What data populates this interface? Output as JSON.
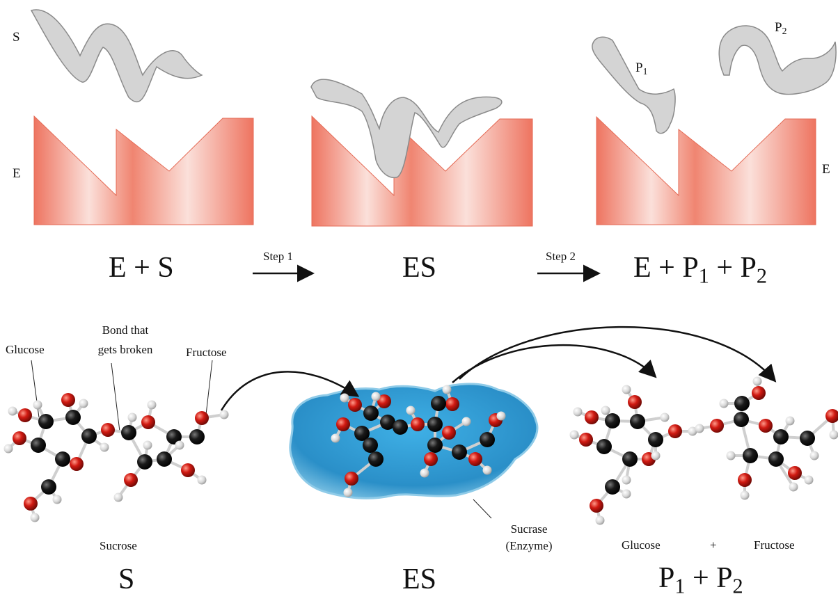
{
  "top": {
    "substrate_label": "S",
    "enzyme_label_left": "E",
    "enzyme_label_right": "E",
    "product1": {
      "letter": "P",
      "sub": "1"
    },
    "product2": {
      "letter": "P",
      "sub": "2"
    },
    "equation_left": "E + S",
    "equation_middle": "ES",
    "equation_right": {
      "prefix": "E + ",
      "p": "P",
      "sub1": "1",
      "plus": " + ",
      "sub2": "2"
    },
    "step1": "Step 1",
    "step2": "Step 2"
  },
  "bottom": {
    "glucose_top": "Glucose",
    "bond_line1": "Bond that",
    "bond_line2": "gets broken",
    "fructose_top": "Fructose",
    "sucrose": "Sucrose",
    "sucrase_line1": "Sucrase",
    "sucrase_line2": "(Enzyme)",
    "glucose_bottom": "Glucose",
    "plus": "+",
    "fructose_bottom": "Fructose",
    "big_left": "S",
    "big_middle": "ES",
    "big_right": {
      "p": "P",
      "sub1": "1",
      "plus": " + ",
      "sub2": "2"
    }
  },
  "colors": {
    "enzyme": "#f07a64",
    "enzyme_light": "#fbe0da",
    "substrate": "#d4d4d4",
    "substrate_edge": "#8a8a8a",
    "enzyme_blob": "#2e9bd2",
    "carbon": "#1a1a1a",
    "oxygen": "#d11a12",
    "hydrogen": "#e4e4e4"
  }
}
